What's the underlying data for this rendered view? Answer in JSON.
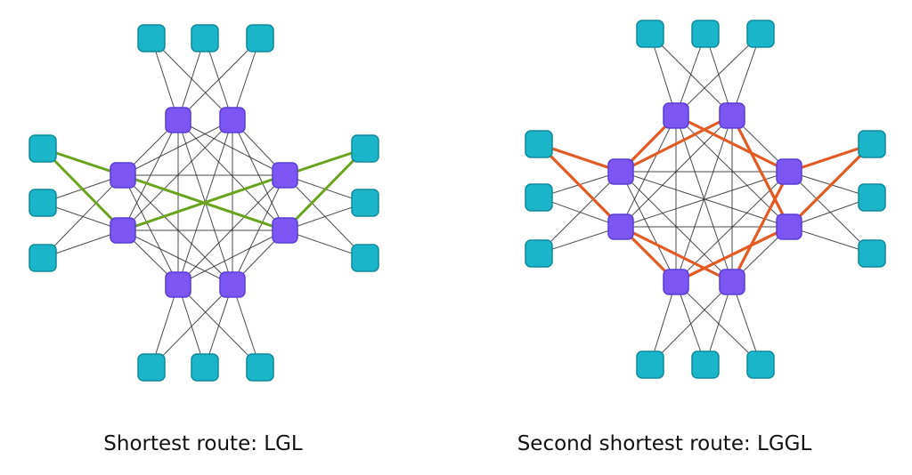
{
  "colors": {
    "leaf": "#1bb5c9",
    "global": "#7c55f2",
    "link": "#2b2b2b",
    "shortest_route": "#6aa31c",
    "second_route": "#e25a24"
  },
  "panels": [
    {
      "caption": "Shortest route: LGL",
      "highlight_color": "#6aa31c",
      "route_type": "LGL"
    },
    {
      "caption": "Second shortest route: LGGL",
      "highlight_color": "#e25a24",
      "route_type": "LGGL"
    }
  ]
}
